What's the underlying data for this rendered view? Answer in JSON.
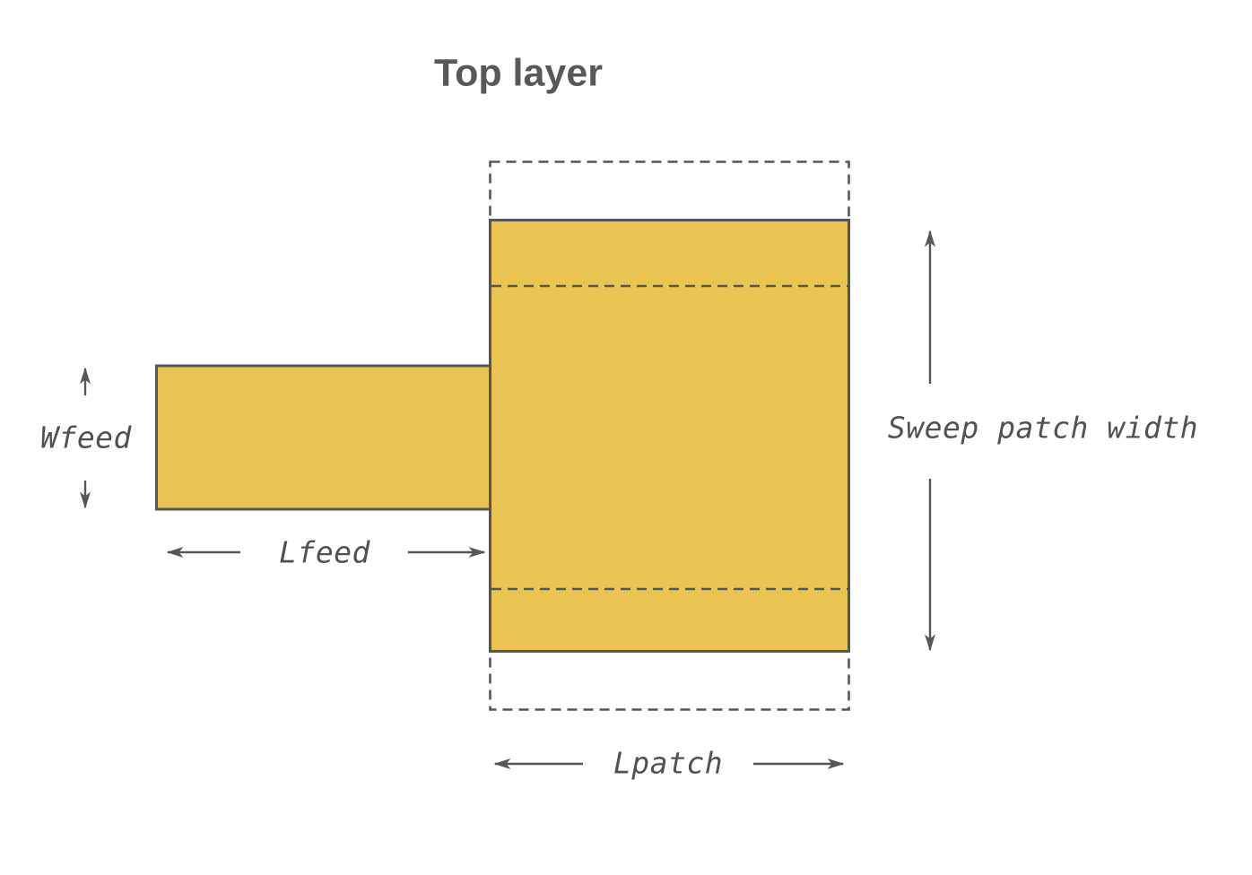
{
  "title": "Top layer",
  "labels": {
    "wfeed": "Wfeed",
    "lfeed": "Lfeed",
    "lpatch": "Lpatch",
    "sweep_patch_width": "Sweep patch width"
  },
  "colors": {
    "patch_fill": "#E9C452",
    "outline": "#55565A",
    "text": "#515155",
    "title_text": "#58585A",
    "background": "#FFFFFF"
  }
}
